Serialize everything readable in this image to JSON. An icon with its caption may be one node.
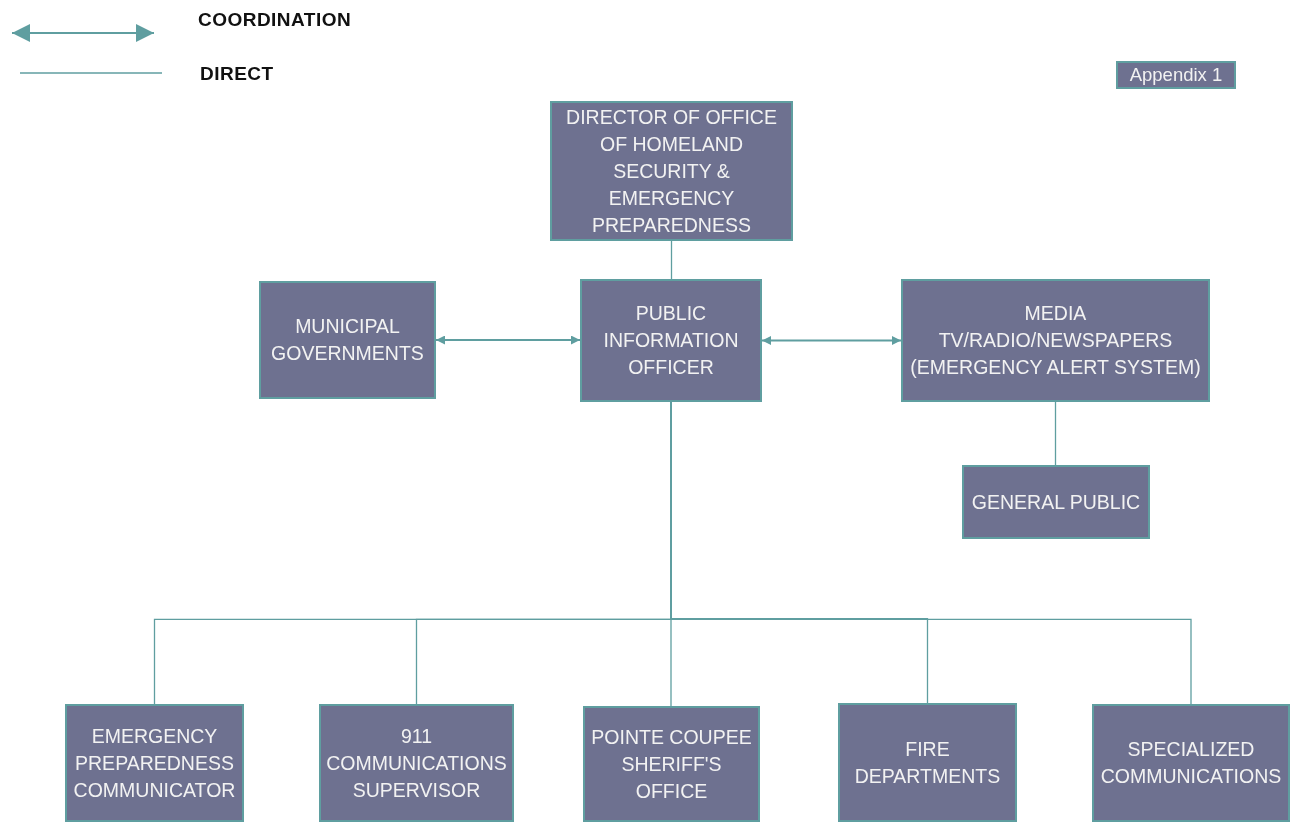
{
  "diagram": {
    "nodes": [
      {
        "text": [
          "Appendix 1"
        ]
      },
      {
        "text": [
          "DIRECTOR OF OFFICE OF HOMELAND SECURITY & EMERGENCY PREPAREDNESS"
        ]
      },
      {
        "text": [
          "MUNICIPAL GOVERNMENTS"
        ]
      },
      {
        "text": [
          "PUBLIC INFORMATION OFFICER"
        ]
      },
      {
        "text": [
          "MEDIA",
          "TV/RADIO/NEWSPAPERS (EMERGENCY ALERT SYSTEM)"
        ]
      },
      {
        "text": [
          "GENERAL PUBLIC"
        ]
      },
      {
        "text": [
          "EMERGENCY PREPAREDNESS COMMUNICATOR"
        ]
      },
      {
        "text": [
          "911 COMMUNICATIONS SUPERVISOR"
        ]
      },
      {
        "text": [
          "POINTE COUPEE SHERIFF'S OFFICE"
        ]
      },
      {
        "text": [
          "FIRE DEPARTMENTS"
        ]
      },
      {
        "text": [
          "SPECIALIZED COMMUNICATIONS"
        ]
      }
    ],
    "edges": [
      {
        "from": 1,
        "to": 3,
        "arrow": "none"
      },
      {
        "from": 2,
        "to": 3,
        "arrow": "both"
      },
      {
        "from": 3,
        "to": 4,
        "arrow": "both"
      },
      {
        "from": 4,
        "to": 5,
        "arrow": "none"
      },
      {
        "from": 3,
        "to": 6,
        "arrow": "none"
      },
      {
        "from": 3,
        "to": 7,
        "arrow": "none"
      },
      {
        "from": 3,
        "to": 8,
        "arrow": "none"
      },
      {
        "from": 3,
        "to": 9,
        "arrow": "none"
      },
      {
        "from": 3,
        "to": 10,
        "arrow": "none"
      }
    ],
    "legend": [
      {
        "text": "COORDINATION"
      },
      {
        "text": "DIRECT"
      }
    ]
  }
}
